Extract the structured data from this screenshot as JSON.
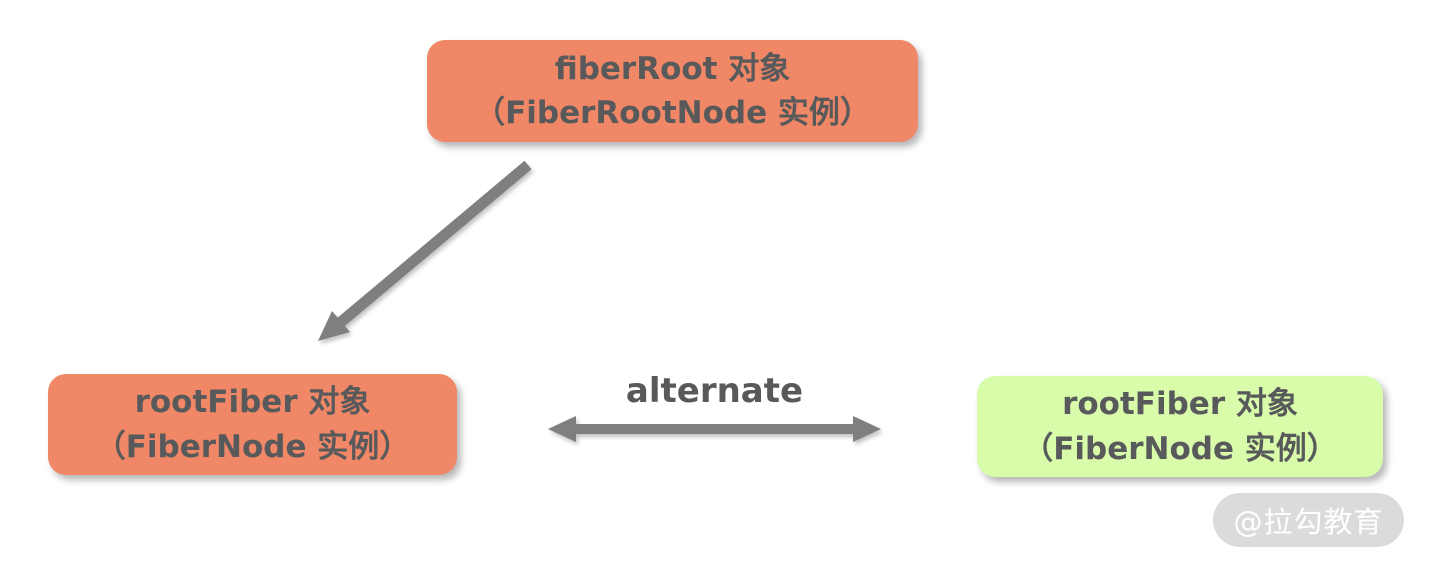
{
  "diagram": {
    "nodes": [
      {
        "id": "fiberRoot",
        "line1": "fiberRoot 对象",
        "line2": "（FiberRootNode 实例）",
        "color": "orange"
      },
      {
        "id": "rootFiber-current",
        "line1": "rootFiber 对象",
        "line2": "（FiberNode 实例）",
        "color": "orange"
      },
      {
        "id": "rootFiber-alternate",
        "line1": "rootFiber 对象",
        "line2": "（FiberNode 实例）",
        "color": "green"
      }
    ],
    "edges": [
      {
        "type": "arrow",
        "from": "fiberRoot",
        "to": "rootFiber-current",
        "label": ""
      },
      {
        "type": "double-arrow",
        "from": "rootFiber-current",
        "to": "rootFiber-alternate",
        "label": "alternate"
      }
    ]
  },
  "watermark": "@拉勾教育",
  "colors": {
    "box_orange": "#F08766",
    "box_green": "#D8FCAA",
    "box_text": "#58595B",
    "arrow_gray": "#7F7F7F",
    "label_text": "#595959",
    "watermark_bg": "#DBDBDB",
    "watermark_text": "#FFFFFF",
    "page_bg": "#FFFFFF"
  }
}
